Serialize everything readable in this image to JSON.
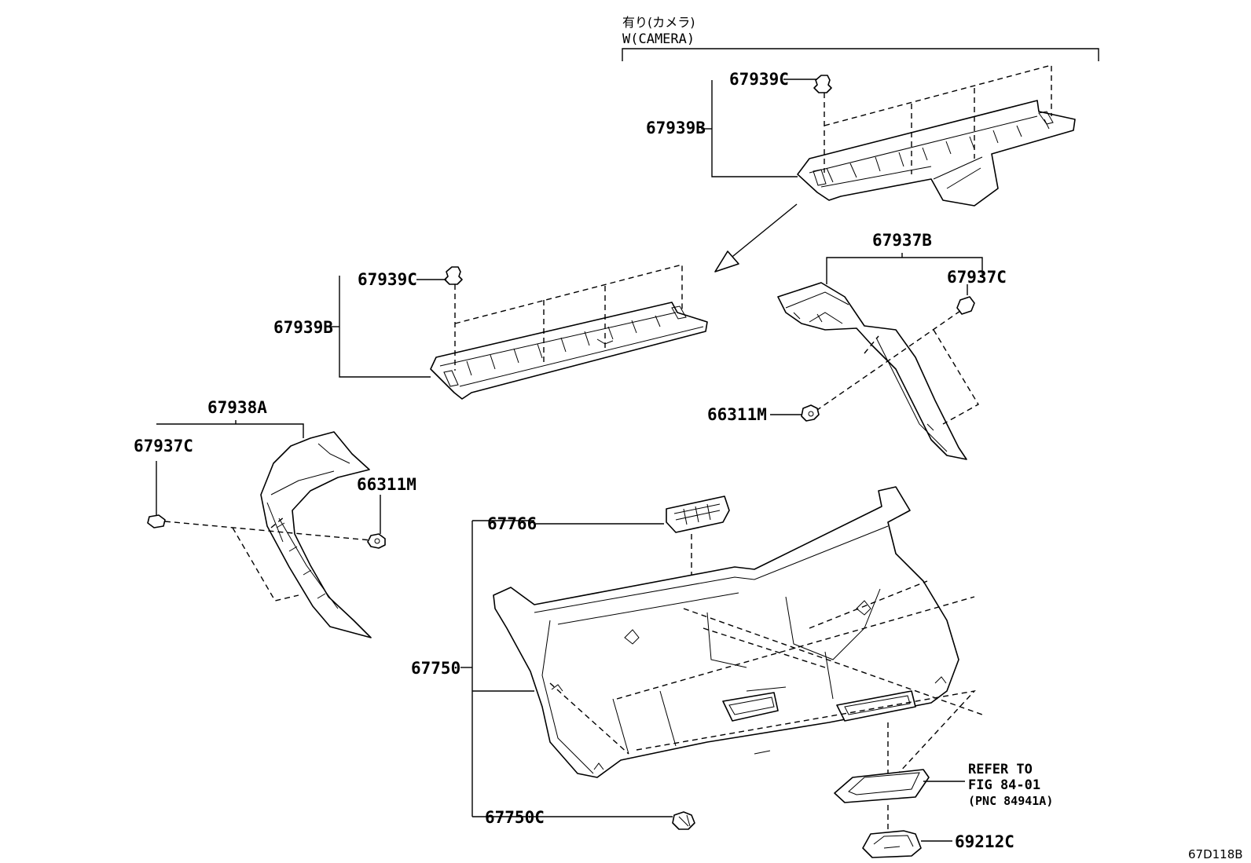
{
  "header": {
    "variant_jp": "有り(カメラ)",
    "variant_en": "W(CAMERA)"
  },
  "parts": {
    "p67939C_top": "67939C",
    "p67939B_top": "67939B",
    "p67939C_mid": "67939C",
    "p67939B_mid": "67939B",
    "p67937B": "67937B",
    "p67937C_right": "67937C",
    "p66311M_right": "66311M",
    "p67938A": "67938A",
    "p67937C_left": "67937C",
    "p66311M_left": "66311M",
    "p67766": "67766",
    "p67750": "67750",
    "p67750C": "67750C",
    "p69212C": "69212C"
  },
  "refer": {
    "line1": "REFER TO",
    "line2": "FIG 84-01",
    "line3": "(PNC 84941A)"
  },
  "figure_code": "67D118B"
}
